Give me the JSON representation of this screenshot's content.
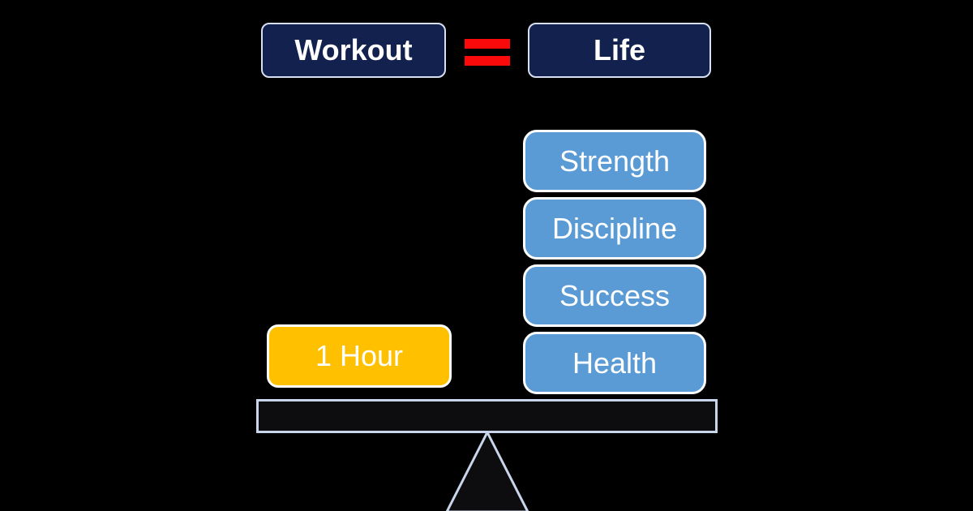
{
  "diagram": {
    "equation": {
      "left": "Workout",
      "operator_symbol": "=",
      "right": "Life"
    },
    "balance": {
      "left_side": {
        "weight_label": "1 Hour"
      },
      "right_side": {
        "items": [
          {
            "label": "Strength"
          },
          {
            "label": "Discipline"
          },
          {
            "label": "Success"
          },
          {
            "label": "Health"
          }
        ]
      }
    },
    "colors": {
      "background": "#000000",
      "navy_box": "#13214F",
      "navy_box_border": "#D8DFF0",
      "equals_red": "#FA0A0A",
      "blue_box": "#5B9BD5",
      "blue_box_border": "#FFFFFF",
      "yellow_box": "#FFC000",
      "yellow_box_border": "#FFFFFF",
      "beam_fill": "#0D0D0F",
      "beam_border": "#C9D5EA",
      "text": "#FFFFFF"
    }
  }
}
